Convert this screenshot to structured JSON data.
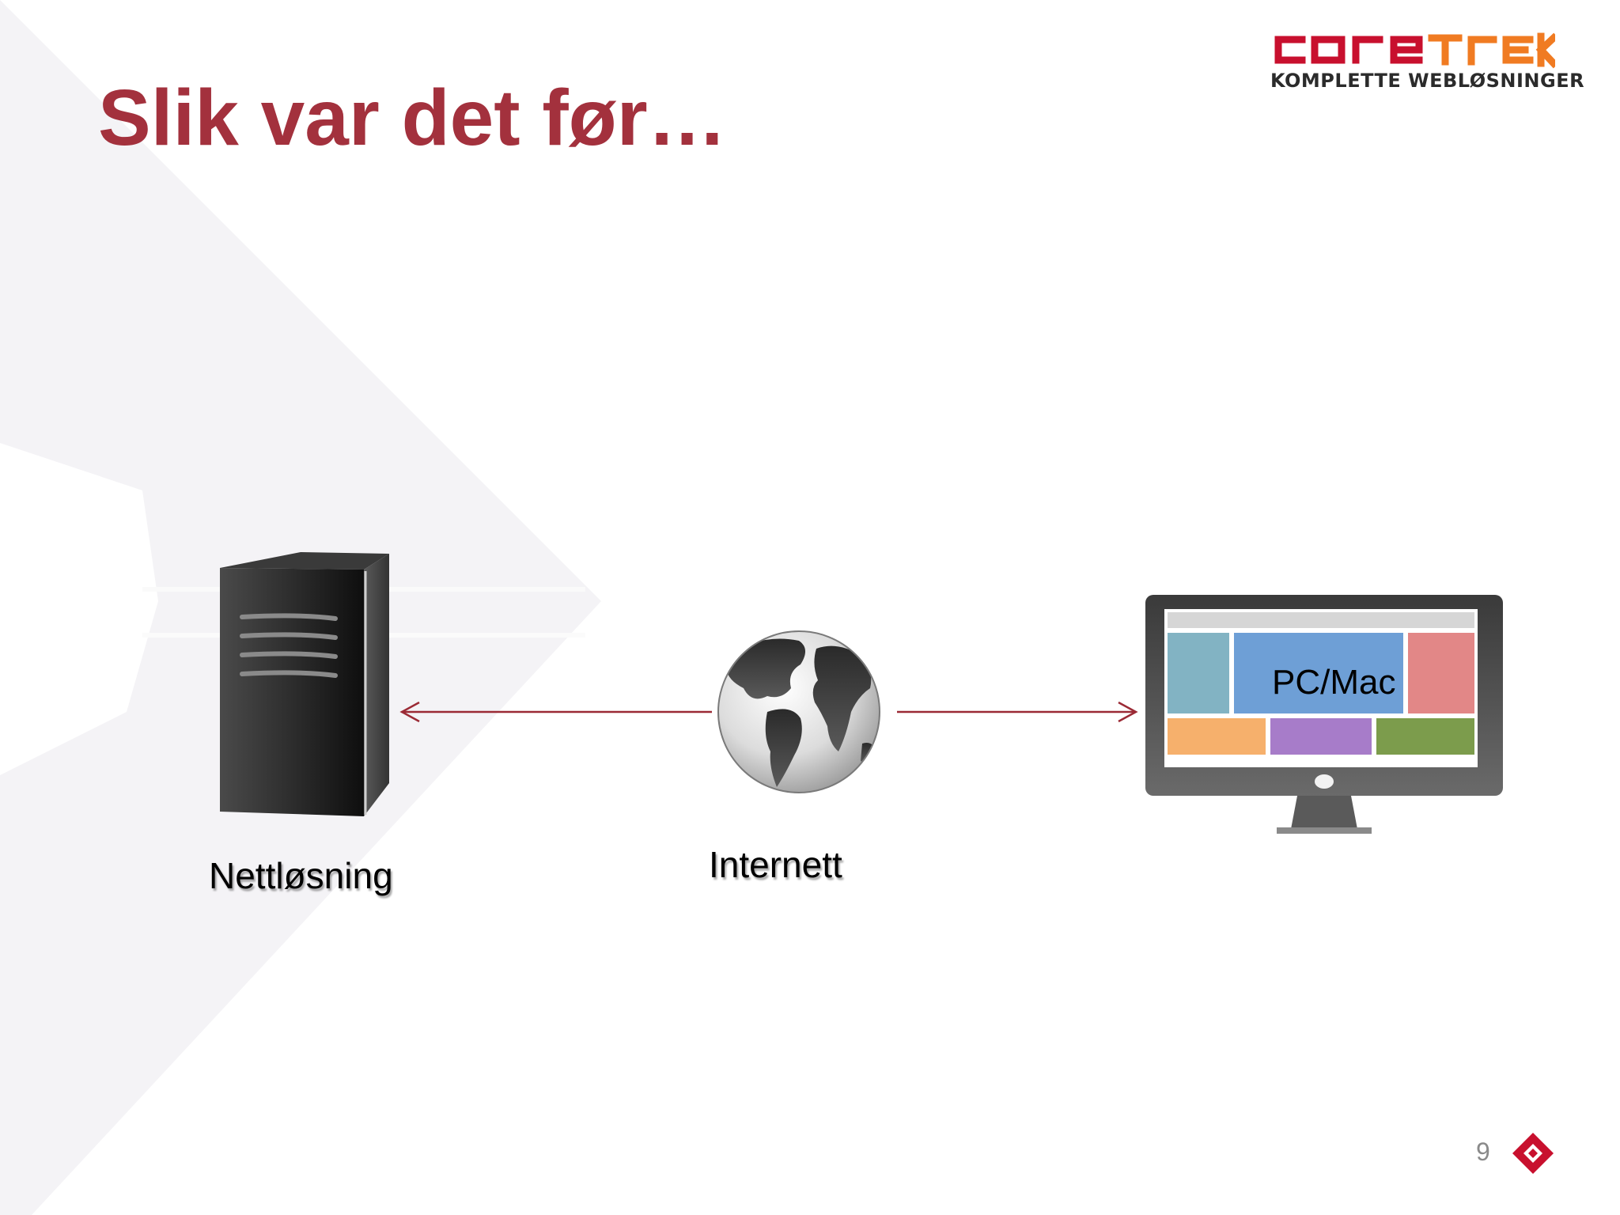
{
  "slide": {
    "title": "Slik var det før…",
    "page_number": "9"
  },
  "logo": {
    "wordmark": "coreTrek",
    "tagline": "KOMPLETTE WEBLØSNINGER",
    "colors": {
      "primary": "#c8102e",
      "accent": "#f07b22"
    }
  },
  "diagram": {
    "nodes": {
      "server": {
        "label": "Nettløsning",
        "icon": "server-tower-icon"
      },
      "internet": {
        "label": "Internett",
        "icon": "globe-icon"
      },
      "client": {
        "label": "PC/Mac",
        "icon": "monitor-icon"
      }
    },
    "edges": [
      {
        "from": "internet",
        "to": "server"
      },
      {
        "from": "internet",
        "to": "client"
      }
    ],
    "arrow_color": "#9b2a35"
  },
  "colors": {
    "title": "#a3313d",
    "screen_tiles": [
      "#82b3c3",
      "#6e9fd6",
      "#e28787",
      "#f6b06c",
      "#a77cc9",
      "#7c9c4c"
    ]
  }
}
